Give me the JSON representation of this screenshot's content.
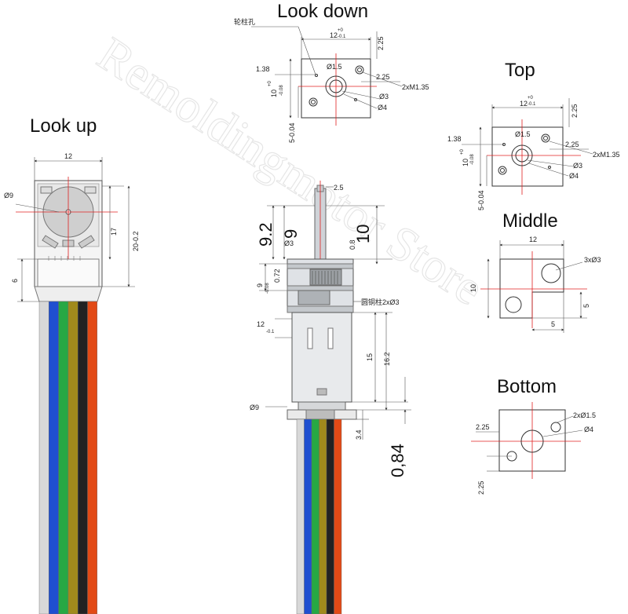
{
  "titles": {
    "look_down": "Look down",
    "look_up": "Look up",
    "top": "Top",
    "middle": "Middle",
    "bottom": "Bottom"
  },
  "watermark": "Remoldingmotor Store",
  "look_down": {
    "pin_hole_label": "轮柱孔",
    "width": "12",
    "tol_upper": "+0",
    "tol_lower": "-0.1",
    "d_2_25_top": "2.25",
    "d_1_38": "1.38",
    "d_phi1_5": "Ø1.5",
    "d_2_25": "2.25",
    "d_screws": "2xM1.35",
    "d_phi3": "Ø3",
    "d_phi4": "Ø4",
    "height": "10",
    "height_tol_upper": "+0",
    "height_tol_lower": "-0.08",
    "d_5": "5-0.04"
  },
  "look_up": {
    "width": "12",
    "d_phi9": "Ø9",
    "d_17": "17",
    "d_20": "20-0.2",
    "d_6": "6",
    "wire_colors": [
      "#d8d8d8",
      "#1f4fd0",
      "#27a844",
      "#a08a1c",
      "#222222",
      "#e24a16"
    ]
  },
  "side": {
    "d_2_5": "2.5",
    "big_9_2": "9.2",
    "big_9": "9",
    "big_10": "10",
    "d_phi3": "Ø3",
    "d_0_8": "0.8",
    "d_9": "9",
    "d_9_tol": "-0.08",
    "d_0_72": "0.72",
    "copper_pillar": "圆铜柱2xØ3",
    "d_12": "12",
    "d_12_tol": "-0.1",
    "d_15": "15",
    "d_16_2": "16.2",
    "d_phi9": "Ø9",
    "d_3_4": "3.4",
    "big_0_84": "0,84",
    "wire_colors": [
      "#d8d8d8",
      "#1f4fd0",
      "#27a844",
      "#a08a1c",
      "#222222",
      "#e24a16"
    ]
  },
  "top": {
    "width": "12",
    "tol_upper": "+0",
    "tol_lower": "-0.1",
    "d_2_25_top": "2.25",
    "d_1_38": "1.38",
    "d_phi1_5": "Ø1.5",
    "d_2_25": "2.25",
    "d_screws": "2xM1.35",
    "d_phi3": "Ø3",
    "d_phi4": "Ø4",
    "height": "10",
    "height_tol_upper": "+0",
    "height_tol_lower": "-0.08",
    "d_5": "5-0.04"
  },
  "middle": {
    "width": "12",
    "height": "10",
    "holes": "3xØ3",
    "d_5_h": "5",
    "d_5_v": "5"
  },
  "bottom": {
    "holes": "2xØ1.5",
    "d_phi4": "Ø4",
    "d_2_25_a": "2.25",
    "d_2_25_b": "2.25"
  }
}
